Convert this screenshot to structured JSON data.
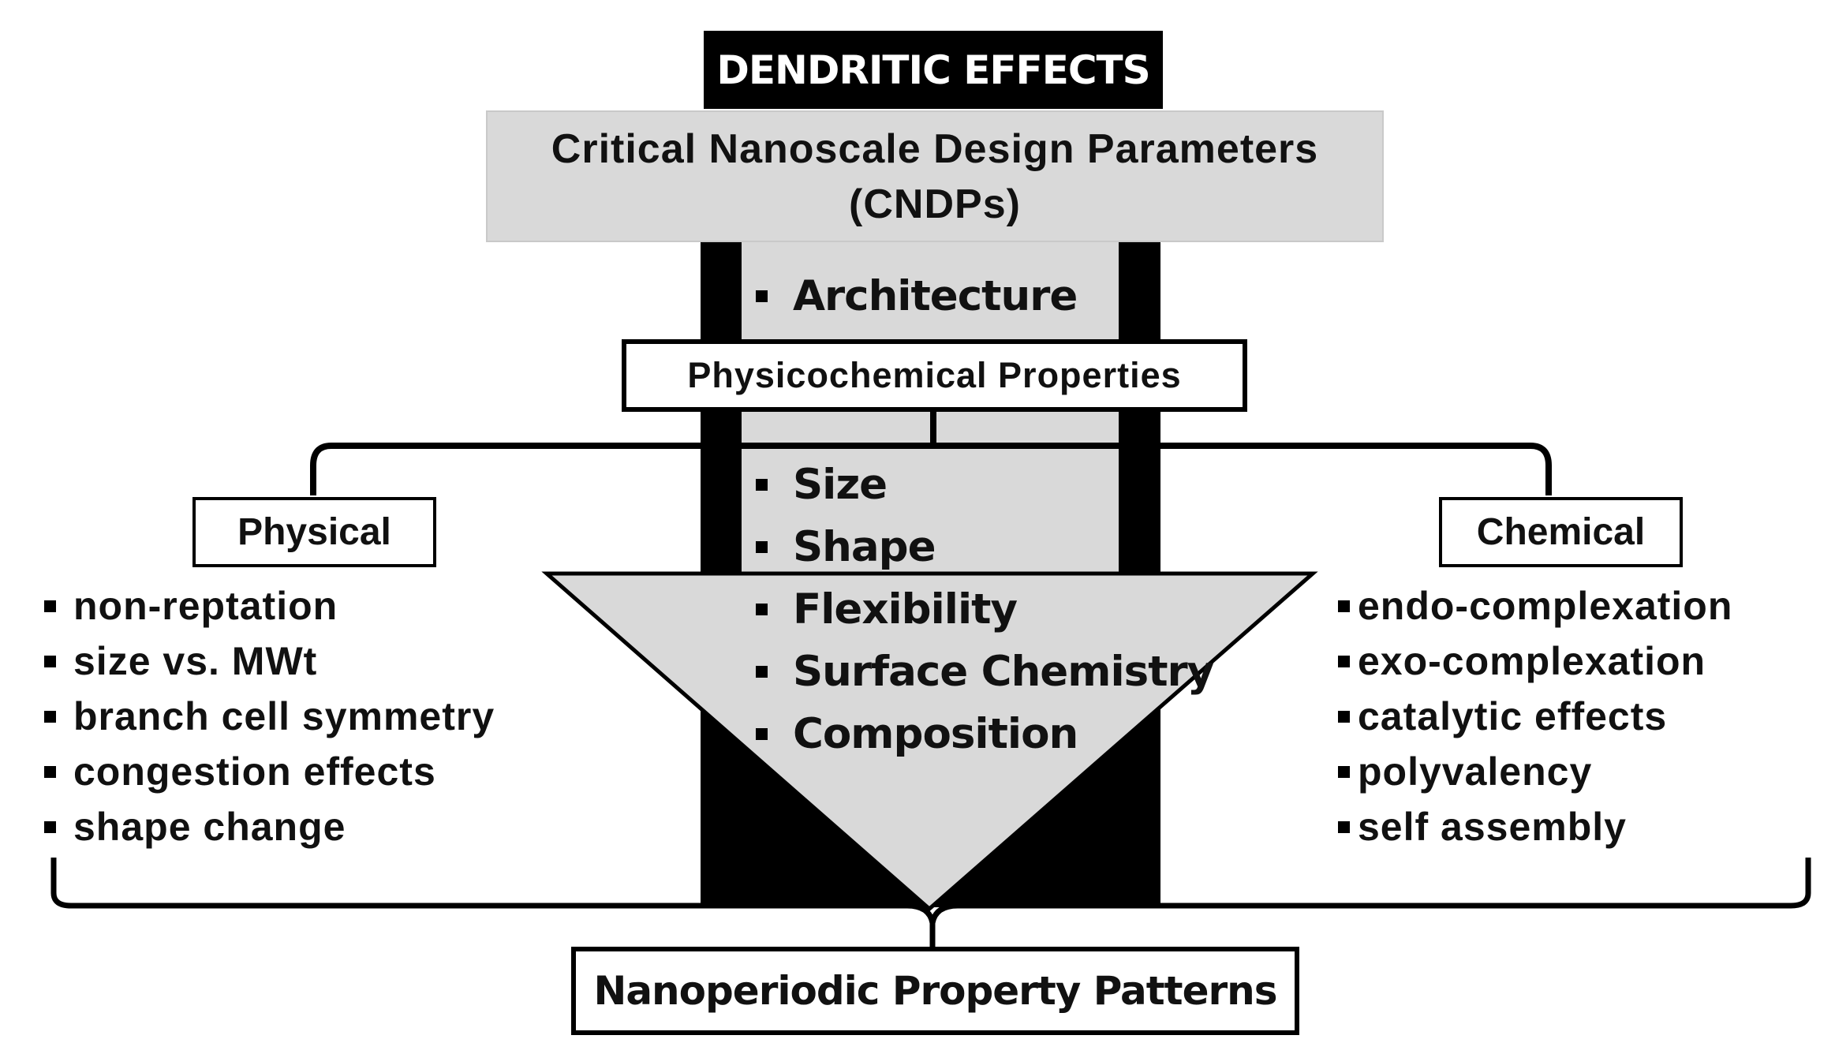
{
  "header": {
    "title": "DENDRITIC EFFECTS",
    "subtitle_line1": "Critical Nanoscale Design Parameters",
    "subtitle_line2": "(CNDPs)"
  },
  "center_top": {
    "items": [
      "Architecture"
    ]
  },
  "physicochemical": {
    "label": "Physicochemical Properties",
    "items": [
      "Size",
      "Shape",
      "Flexibility",
      "Surface Chemistry",
      "Composition"
    ]
  },
  "physical": {
    "label": "Physical",
    "items": [
      "non-reptation",
      "size vs. MWt",
      "branch cell symmetry",
      "congestion effects",
      "shape change"
    ]
  },
  "chemical": {
    "label": "Chemical",
    "items": [
      "endo-complexation",
      "exo-complexation",
      "catalytic effects",
      "polyvalency",
      "self assembly"
    ]
  },
  "result": {
    "label": "Nanoperiodic Property Patterns"
  },
  "colors": {
    "black": "#000000",
    "light_gray": "#d9d9d9",
    "white": "#ffffff"
  }
}
